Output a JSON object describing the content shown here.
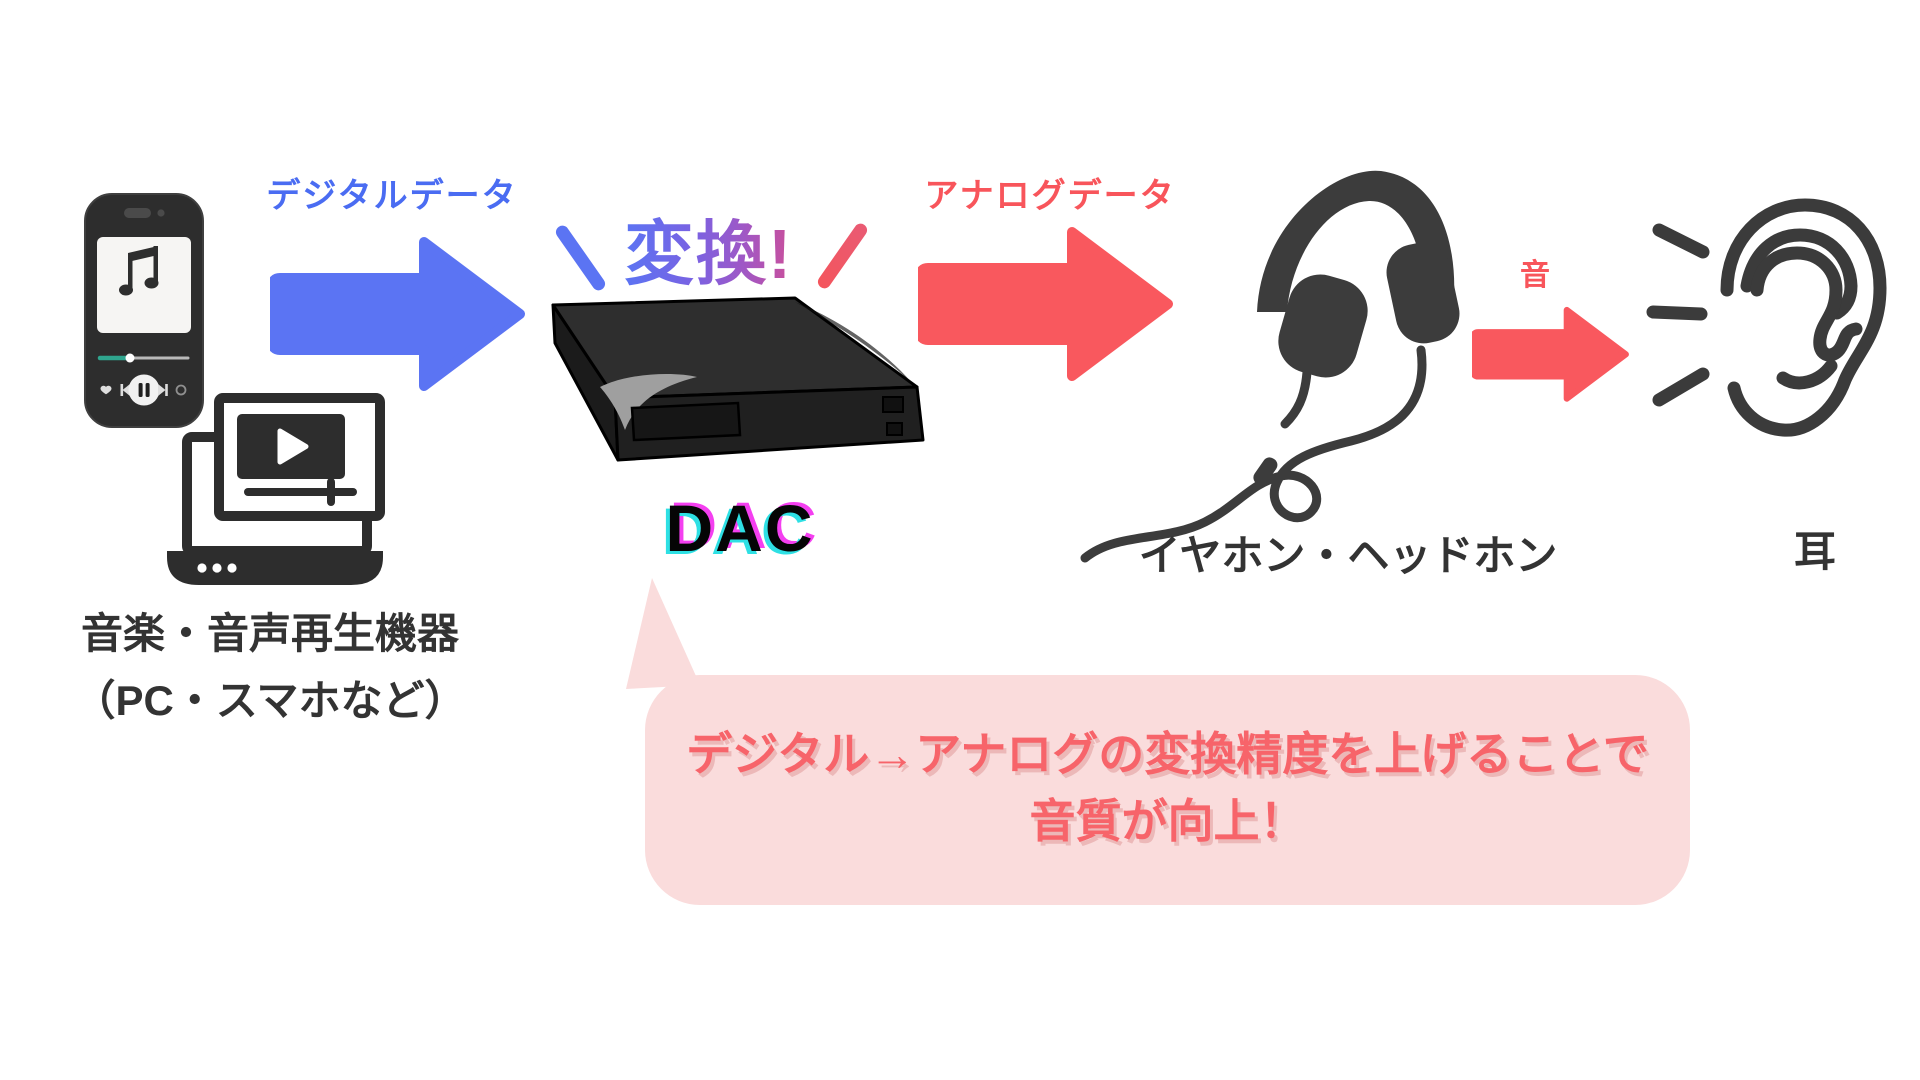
{
  "diagram": {
    "source_device": {
      "label_line1": "音楽・音声再生機器",
      "label_line2": "（PC・スマホなど）"
    },
    "digital_arrow": {
      "label": "デジタルデータ",
      "color": "#5b74f3",
      "label_color": "#4a6cf2"
    },
    "conversion": {
      "text": "変換!",
      "left_slash": "＼",
      "right_slash": "／",
      "gradient_start": "#5b74f3",
      "gradient_mid": "#a157c4",
      "gradient_end": "#cb4f9a",
      "right_slash_color": "#f4555c"
    },
    "dac": {
      "label": "DAC",
      "shadow_cyan": "#2ee0e4",
      "shadow_magenta": "#f43ff0"
    },
    "analog_arrow": {
      "label": "アナログデータ",
      "color": "#f9585e",
      "label_color": "#f8555b"
    },
    "headphones": {
      "label": "イヤホン・ヘッドホン"
    },
    "sound_arrow": {
      "label": "音",
      "color": "#f9585e"
    },
    "ear": {
      "label": "耳"
    },
    "callout": {
      "line1": "デジタル→アナログの変換精度を上げることで",
      "line2": "音質が向上！",
      "bg_color": "#fadcdc",
      "text_color": "#f7646a"
    }
  },
  "icons": {
    "smartphone": "smartphone-music-player-icon",
    "laptop": "laptop-video-player-icon",
    "dac": "dac-device-icon",
    "headphones": "headphones-icon",
    "ear": "ear-icon"
  },
  "palette": {
    "blue": "#5b74f3",
    "red": "#f9585e",
    "bubble_pink": "#fadcdc",
    "icon_dark": "#3c3c3c",
    "device_dark": "#2d2d2d",
    "text_dark": "#333333"
  }
}
